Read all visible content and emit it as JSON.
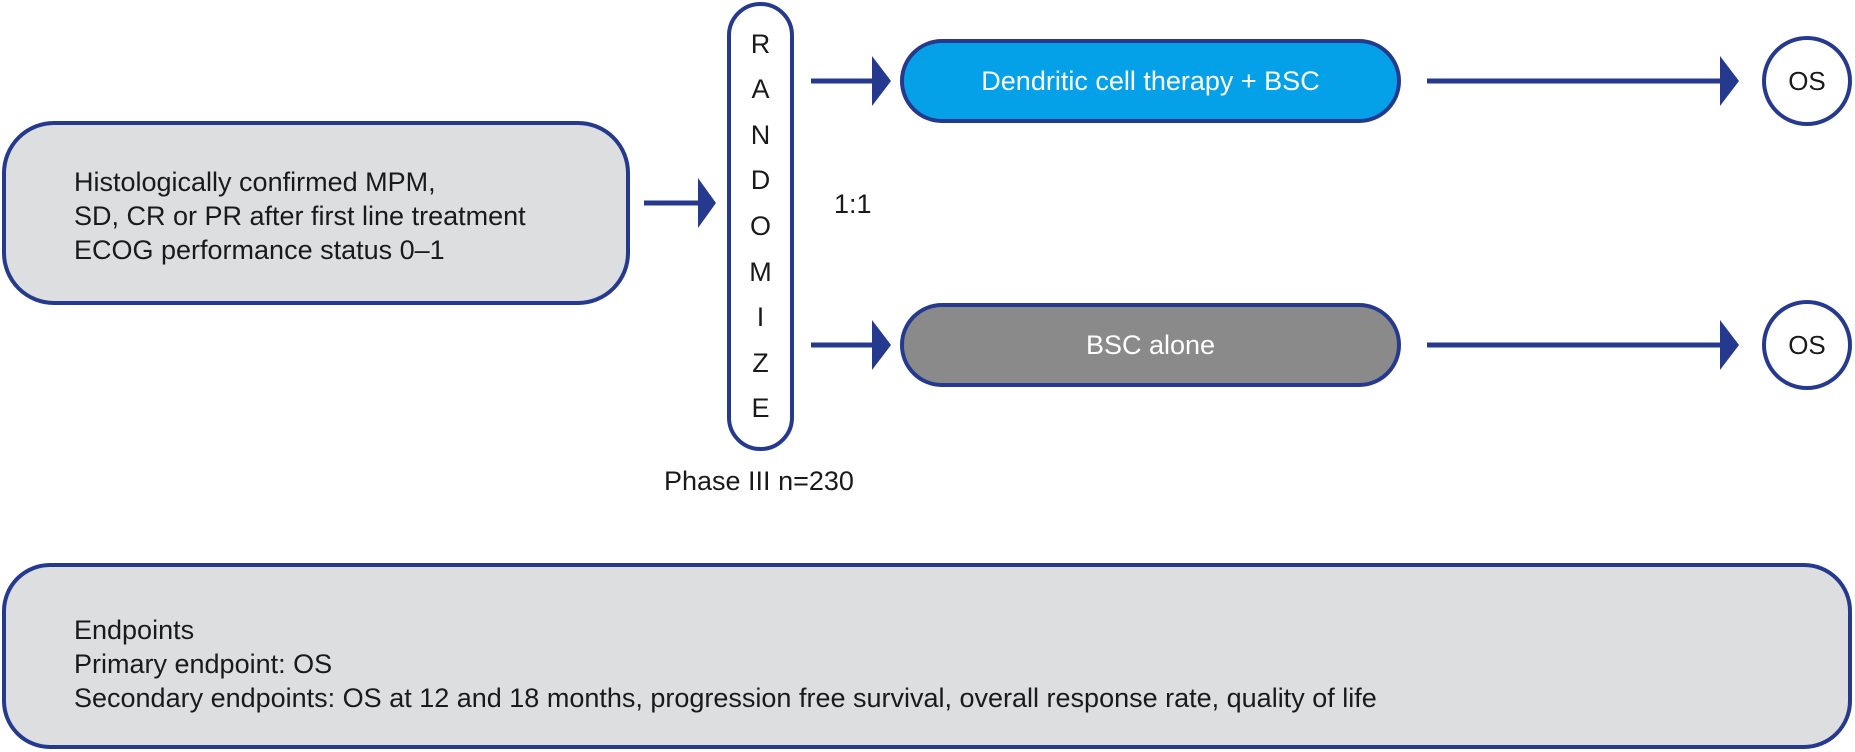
{
  "eligibility": {
    "lines": [
      "Histologically confirmed MPM,",
      "SD, CR or PR after first line treatment",
      "ECOG performance status 0–1"
    ]
  },
  "randomize": {
    "letters": [
      "R",
      "A",
      "N",
      "D",
      "O",
      "M",
      "I",
      "Z",
      "E"
    ]
  },
  "ratio_label": "1:1",
  "phase_label": "Phase III n=230",
  "arms": [
    {
      "label": "Dendritic cell therapy + BSC",
      "color": "#04a0e8",
      "outcome": "OS"
    },
    {
      "label": "BSC alone",
      "color": "#8a8a8a",
      "outcome": "OS"
    }
  ],
  "endpoints": {
    "lines": [
      "Endpoints",
      "Primary endpoint: OS",
      "Secondary endpoints: OS at 12 and 18 months, progression free survival, overall response rate, quality of life"
    ]
  },
  "colors": {
    "border": "#253a8e",
    "box_fill": "#dcdedf"
  }
}
